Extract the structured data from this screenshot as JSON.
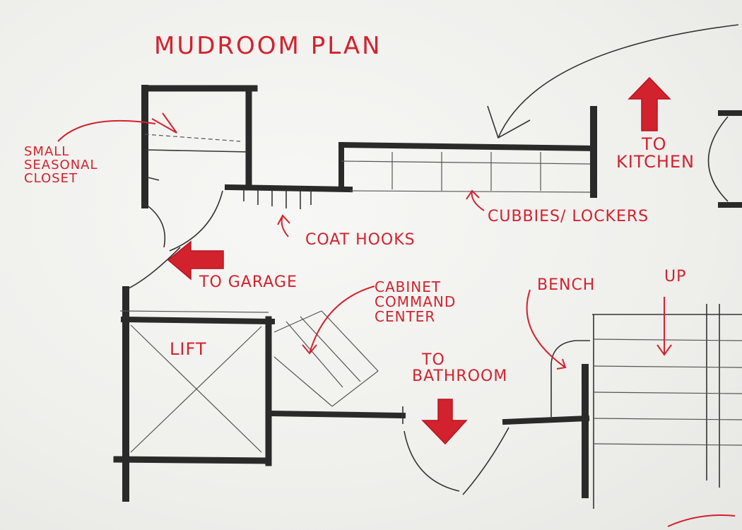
{
  "title": "MUDROOM PLAN",
  "labels": {
    "closet": [
      "SMALL",
      "SEASONAL",
      "CLOSET"
    ],
    "coat_hooks": "COAT HOOKS",
    "cubbies": "CUBBIES/ LOCKERS",
    "to_kitchen": [
      "TO",
      "KITCHEN"
    ],
    "to_garage": "TO GARAGE",
    "cabinet": [
      "CABINET",
      "COMMAND",
      "CENTER"
    ],
    "bench": "BENCH",
    "up": "UP",
    "lift": "LIFT",
    "to_bathroom": [
      "TO",
      "BATHROOM"
    ]
  },
  "colors": {
    "ink": "#2a2a2a",
    "red_ink": "#d2222e",
    "paper": "#f2f2f0"
  },
  "icons": {
    "arrow_to_kitchen": "up-arrow-icon",
    "arrow_to_garage": "left-arrow-icon",
    "arrow_to_bathroom": "down-arrow-icon"
  }
}
